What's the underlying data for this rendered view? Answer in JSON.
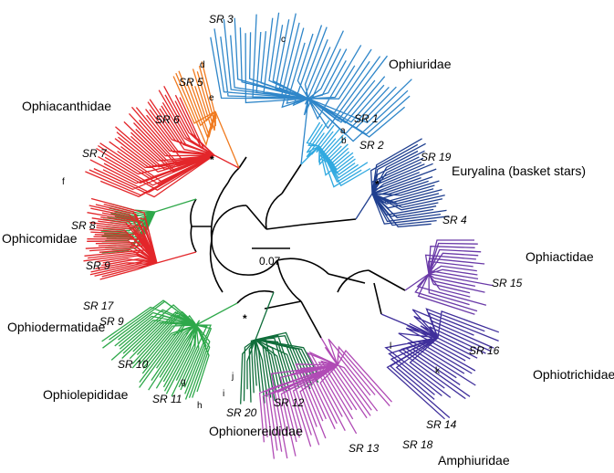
{
  "figure": {
    "families": {
      "ophiuridae": "Ophiuridae",
      "ophiacanthidae": "Ophiacanthidae",
      "euryalina": "Euryalina (basket stars)",
      "ophicomidae": "Ophicomidae",
      "ophiactidae": "Ophiactidae",
      "ophiodermatidae": "Ophiodermatidae",
      "ophiolepididae": "Ophiolepididae",
      "ophiotrichidae": "Ophiotrichidae",
      "ophionereididae": "Ophionereididae",
      "amphiuridae": "Amphiuridae"
    },
    "sr_labels": {
      "sr3": "SR 3",
      "sr5": "SR 5",
      "sr6": "SR 6",
      "sr1": "SR 1",
      "sr2": "SR 2",
      "sr19": "SR 19",
      "sr7": "SR 7",
      "sr4": "SR 4",
      "sr8": "SR 8",
      "sr9a": "SR 9",
      "sr15": "SR 15",
      "sr17": "SR 17",
      "sr9b": "SR 9",
      "sr16": "SR 16",
      "sr10": "SR 10",
      "sr11": "SR 11",
      "sr20": "SR 20",
      "sr12": "SR 12",
      "sr14": "SR 14",
      "sr18": "SR 18",
      "sr13": "SR 13"
    },
    "node_labels": {
      "a": "a",
      "b": "b",
      "c": "c",
      "d": "d",
      "e": "e",
      "f": "f",
      "g": "g",
      "h": "h",
      "i": "i",
      "j": "j",
      "k": "k",
      "l": "l"
    },
    "asterisk": "*",
    "scale_bar": {
      "value": "0.07"
    },
    "colors": {
      "backbone": "#000000",
      "ophiuridae": "#2f86c9",
      "sr1_sr2": "#31a9e0",
      "euryalina": "#1f3f8f",
      "ophiacanthidae_sr5": "#f07a1f",
      "ophiacanthidae": "#e3262a",
      "ophicomidae": "#2ea84a",
      "ophiodermatidae": "#e3262a",
      "ophiolepididae": "#2ea84a",
      "ophionereididae": "#0f6d3a",
      "amphiuridae": "#b04bb5",
      "ophiactidae": "#6a3aa8",
      "ophiotrichidae": "#3f2f9b"
    }
  }
}
